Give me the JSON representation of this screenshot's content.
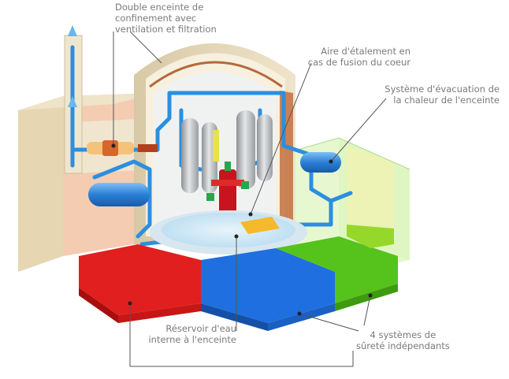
{
  "labels": {
    "double_enceinte": {
      "line1": "Double enceinte de",
      "line2": "confinement avec",
      "line3": "ventilation et filtration"
    },
    "aire_etalement": {
      "line1": "Aire d'étalement en",
      "line2": "cas de fusion du coeur"
    },
    "systeme_evacuation": {
      "line1": "Système d'évacuation de",
      "line2": "la chaleur de l'enceinte"
    },
    "reservoir": {
      "line1": "Réservoir d'eau",
      "line2": "interne à l'enceinte"
    },
    "systemes_surete": {
      "line1": "4 systèmes de",
      "line2": "sûreté indépendants"
    }
  },
  "colors": {
    "safety_red": "#e11f1f",
    "safety_blue": "#1f6fe0",
    "safety_green": "#56c21c",
    "pipe_blue": "#2b8fe0",
    "label_gray": "#7a7a7a",
    "callout_line": "#555555"
  }
}
